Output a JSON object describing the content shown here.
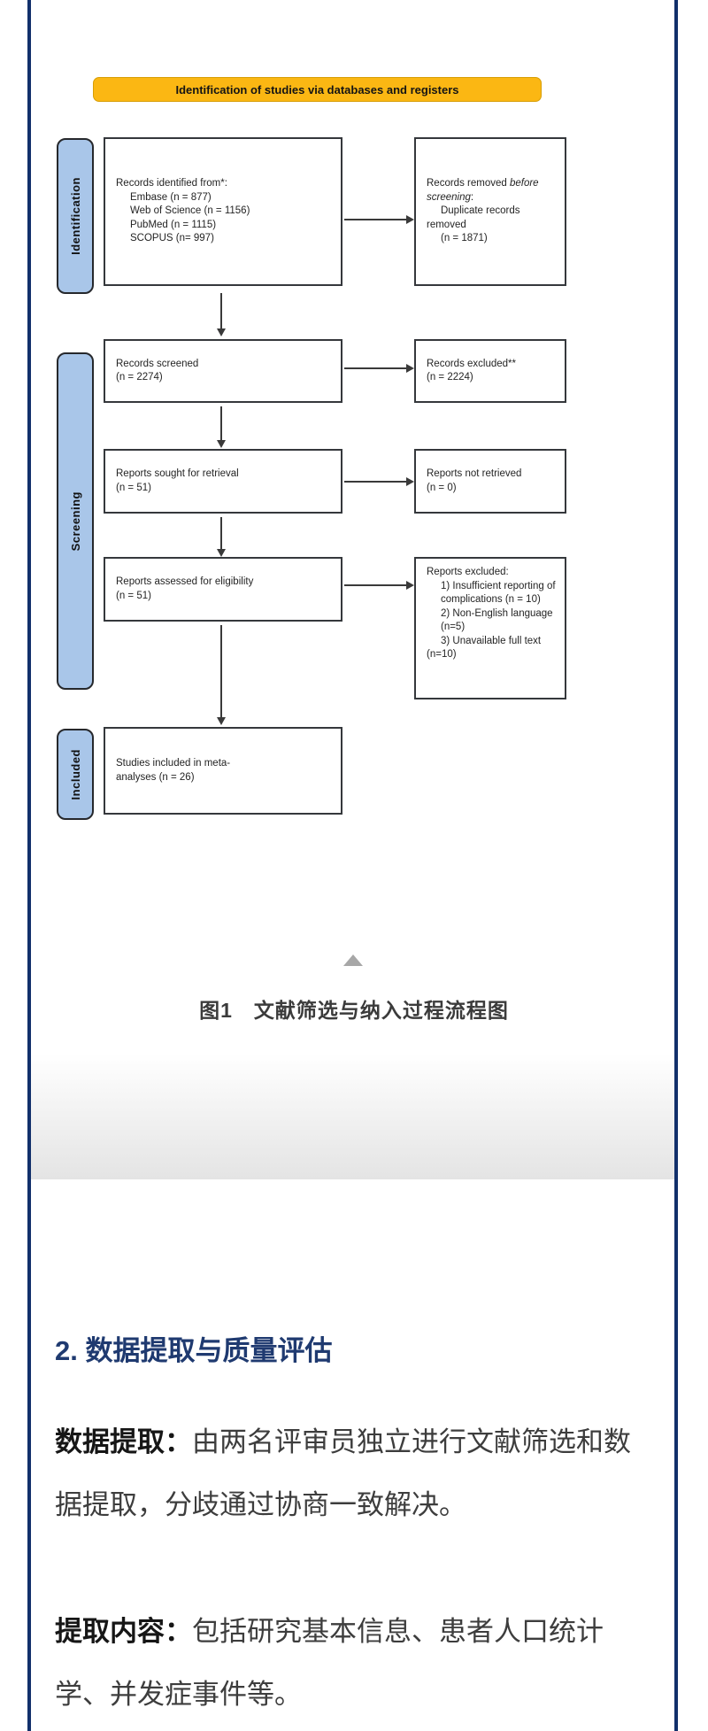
{
  "page": {
    "border_color": "#12306b",
    "background": "#ffffff"
  },
  "figure": {
    "banner": {
      "label": "Identification of studies via databases and registers",
      "bg": "#fbb713",
      "border": "#d79e06"
    },
    "stages": [
      {
        "label": "Identification"
      },
      {
        "label": "Screening"
      },
      {
        "label": "Included"
      }
    ],
    "stage_style": {
      "bg": "#a9c6e9"
    },
    "boxes": {
      "identified": "Records identified from*:\n     Embase (n = 877)\n     Web of Science (n = 1156)\n     PubMed (n = 1115)\n     SCOPUS (n= 997)",
      "removed_seg1": "Records removed ",
      "removed_seg2": "before\nscreening",
      "removed_seg3": ":\n     Duplicate records removed\n     (n = 1871)",
      "screened": "Records screened\n(n = 2274)",
      "excluded": "Records excluded**\n(n = 2224)",
      "sought": "Reports sought for retrieval\n(n = 51)",
      "not_retrieved": "Reports not retrieved\n(n = 0)",
      "assessed": "Reports assessed for eligibility\n(n = 51)",
      "reports_excluded": "Reports excluded:\n     1) Insufficient reporting of\n     complications (n = 10)\n     2) Non-English language\n     (n=5)\n     3) Unavailable full text (n=10)",
      "included": "Studies included in meta-\nanalyses (n = 26)"
    }
  },
  "caption": "图1　文献筛选与纳入过程流程图",
  "section": {
    "heading": "2. 数据提取与质量评估",
    "heading_color": "#1f3a70",
    "paragraphs": [
      {
        "label": "数据提取：",
        "text": "由两名评审员独立进行文献筛选和数\n据提取，分歧通过协商一致解决。"
      },
      {
        "label": "提取内容：",
        "text": "包括研究基本信息、患者人口统计\n学、并发症事件等。"
      }
    ]
  }
}
